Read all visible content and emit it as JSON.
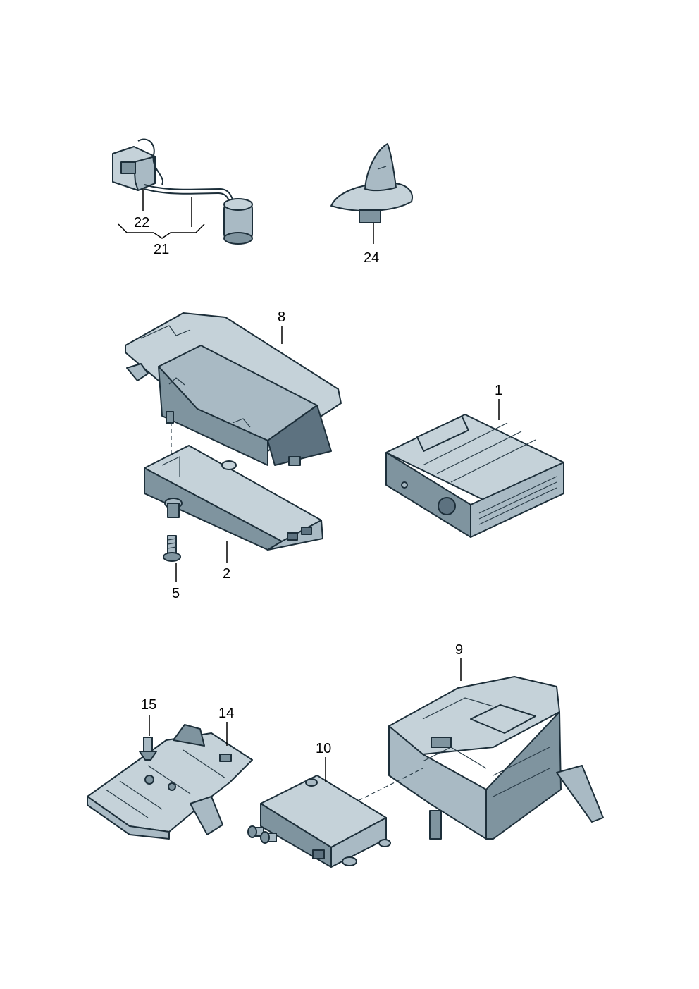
{
  "callouts": {
    "c22": "22",
    "c21": "21",
    "c24": "24",
    "c8": "8",
    "c1": "1",
    "c2": "2",
    "c5": "5",
    "c9": "9",
    "c15": "15",
    "c14": "14",
    "c10": "10"
  },
  "colors": {
    "part_light": "#c5d2d9",
    "part_mid": "#a9bac4",
    "part_dark": "#7f949f",
    "outline": "#1d2f3a"
  }
}
